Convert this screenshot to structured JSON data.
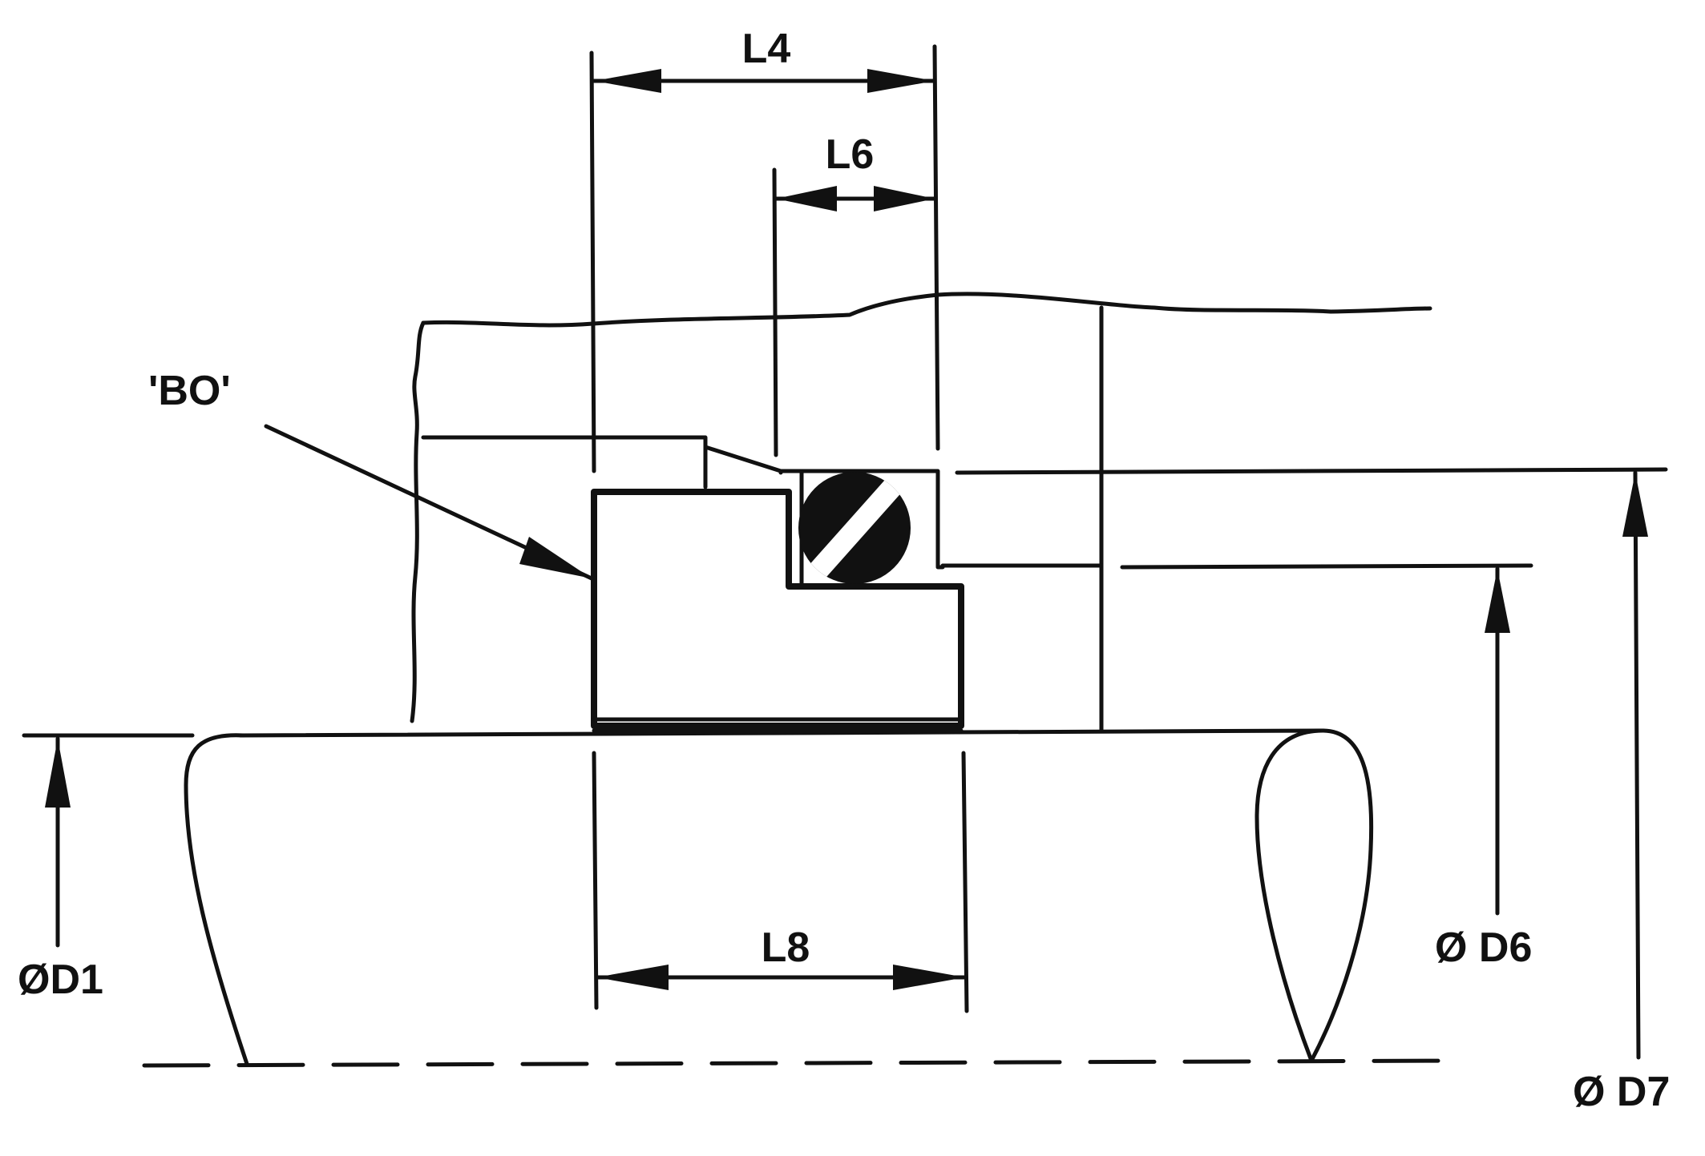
{
  "labels": {
    "l4": "L4",
    "l6": "L6",
    "l8": "L8",
    "bo": "'BO'",
    "d1": "ØD1",
    "d6": "Ø D6",
    "d7": "Ø D7"
  },
  "colors": {
    "ink": "#111111",
    "paper": "#ffffff"
  }
}
